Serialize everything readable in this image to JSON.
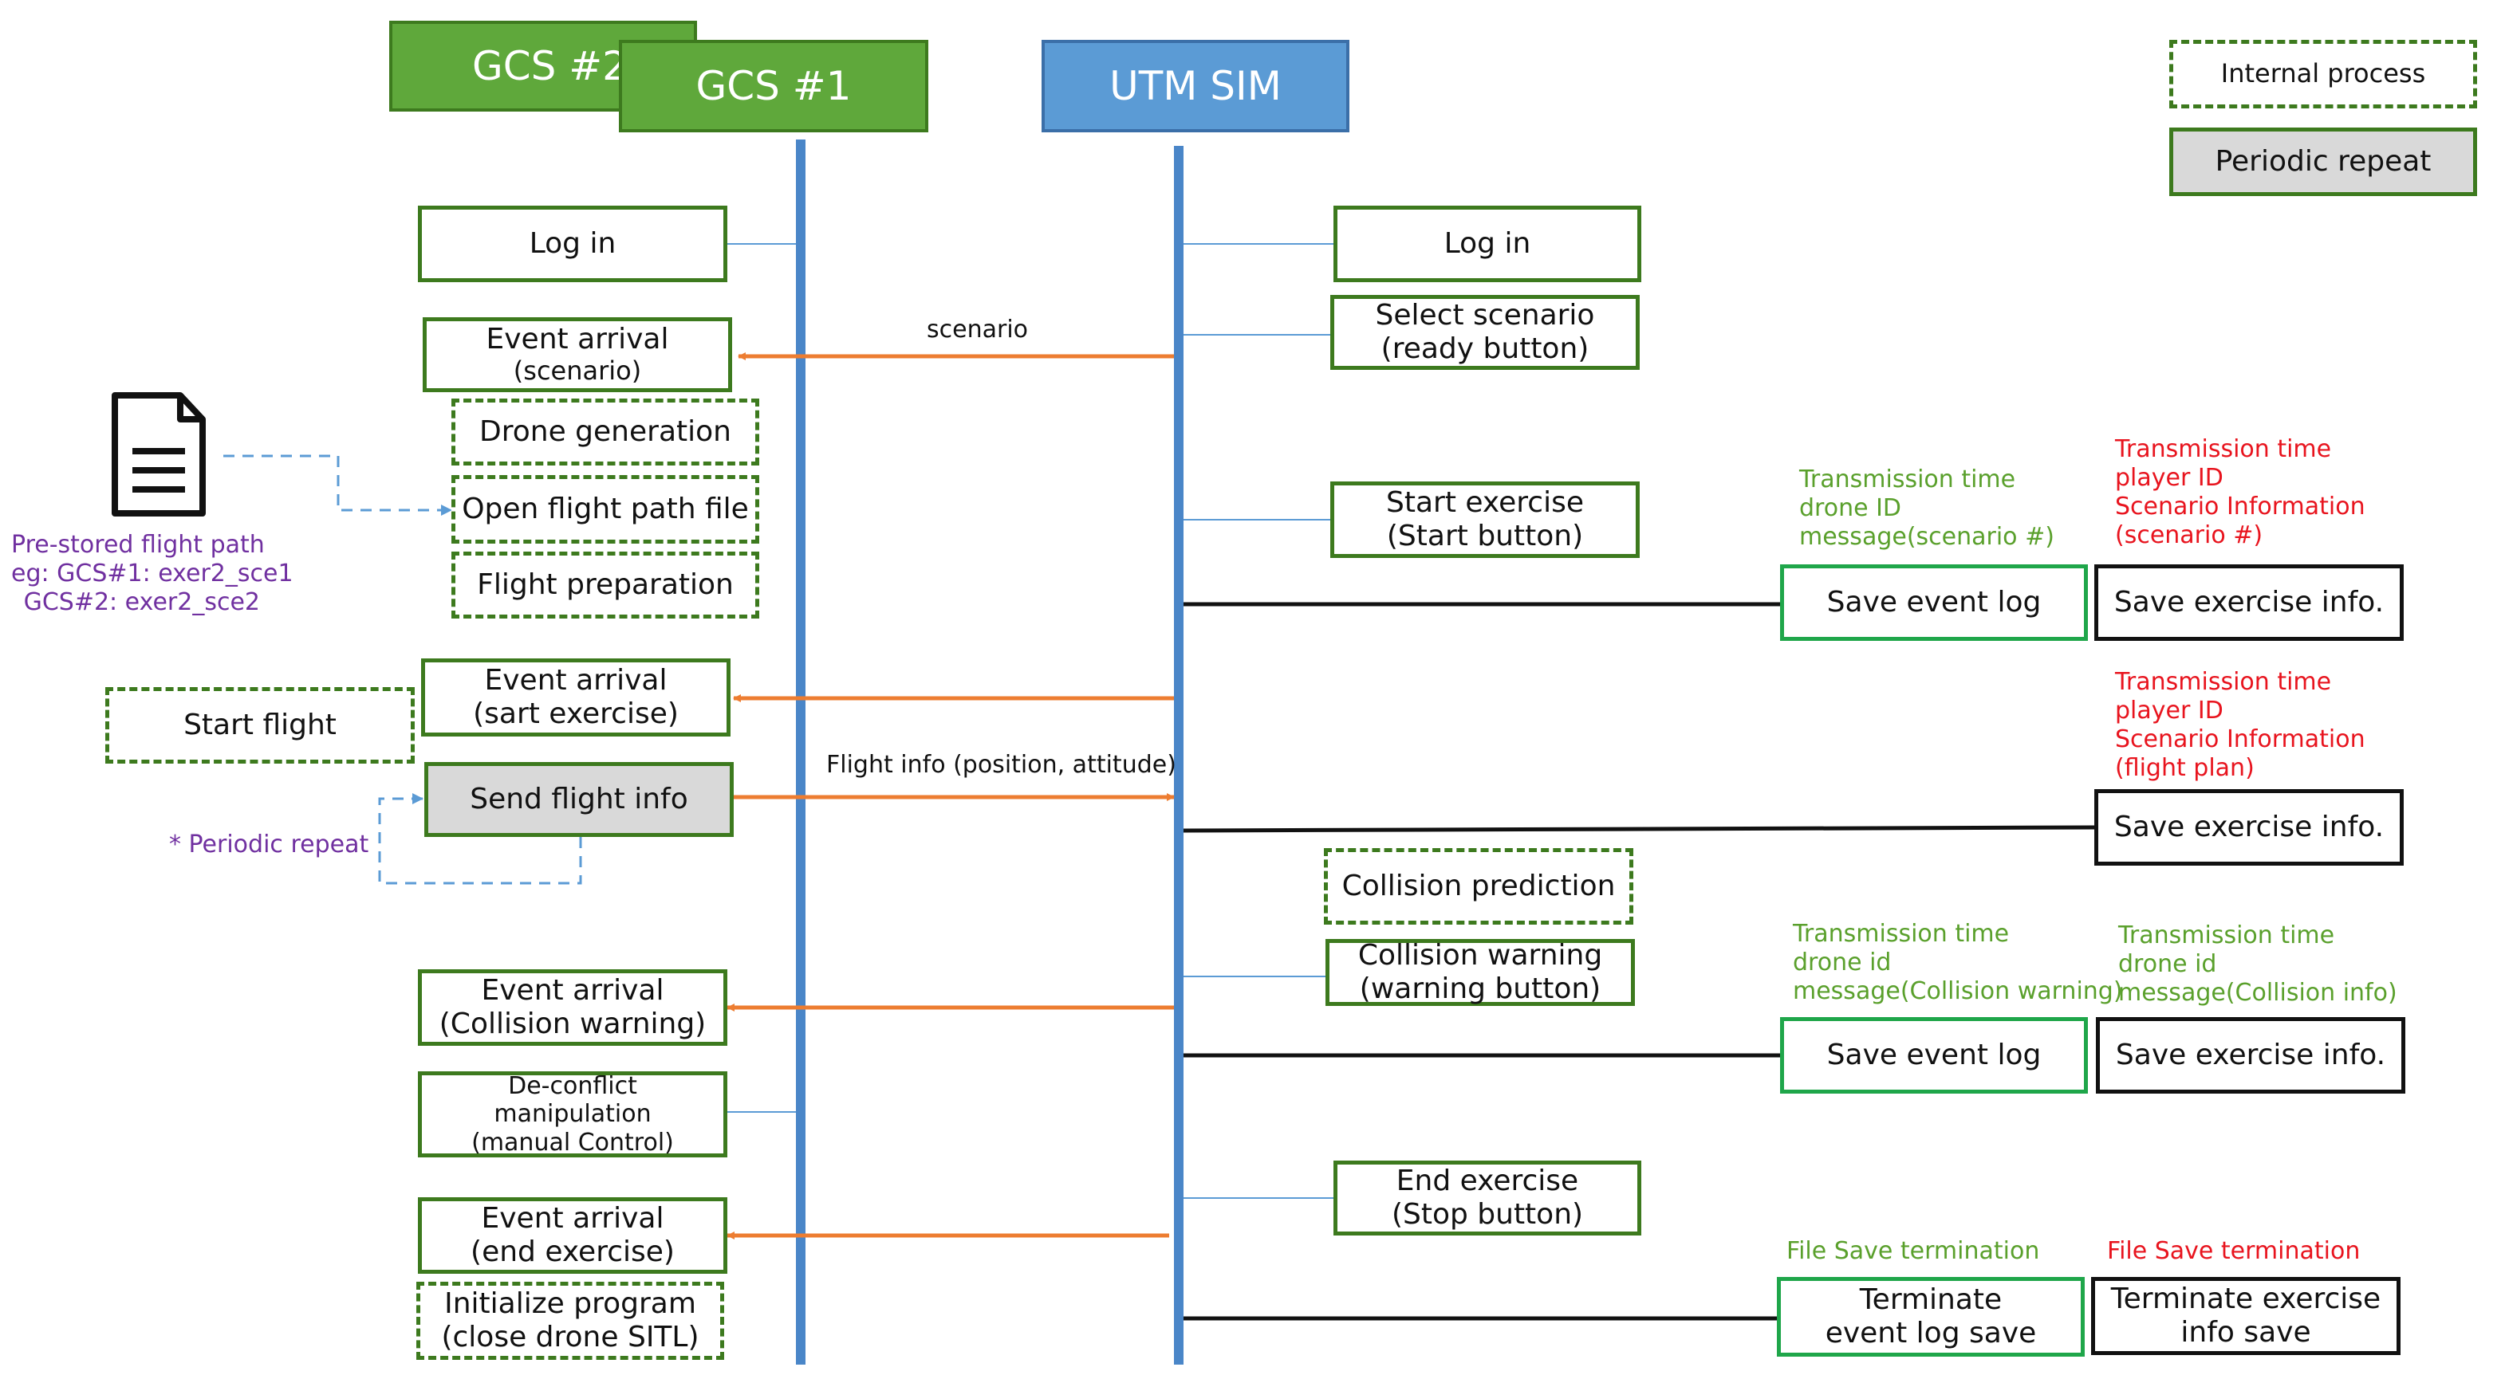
{
  "lanes": {
    "gcs2": "GCS #2",
    "gcs1": "GCS #1",
    "utm": "UTM SIM"
  },
  "legend": {
    "internal": "Internal process",
    "periodic": "Periodic repeat"
  },
  "gcs_boxes": {
    "login": "Log in",
    "event_scenario": [
      "Event arrival",
      "(scenario)"
    ],
    "drone_gen": "Drone generation",
    "open_path": "Open flight path file",
    "flight_prep": "Flight preparation",
    "event_start": [
      "Event arrival",
      "(sart exercise)"
    ],
    "start_flight": "Start flight",
    "send_flight": "Send flight info",
    "event_collision": [
      "Event arrival",
      "(Collision warning)"
    ],
    "deconflict": [
      "De-conflict",
      "manipulation",
      "(manual Control)"
    ],
    "event_end": [
      "Event arrival",
      "(end exercise)"
    ],
    "init_program": [
      "Initialize program",
      "(close drone SITL)"
    ]
  },
  "utm_boxes": {
    "login": "Log in",
    "select_scenario": [
      "Select scenario",
      "(ready button)"
    ],
    "start_exercise": [
      "Start exercise",
      "(Start button)"
    ],
    "collision_pred": "Collision prediction",
    "collision_warn": [
      "Collision warning",
      "(warning button)"
    ],
    "end_exercise": [
      "End exercise",
      "(Stop button)"
    ]
  },
  "right_boxes": {
    "event_log_1": "Save event log",
    "exercise_info_1": "Save exercise info.",
    "exercise_info_2": "Save exercise info.",
    "event_log_2": "Save event log",
    "exercise_info_3": "Save exercise info.",
    "terminate_event": [
      "Terminate",
      "event log save"
    ],
    "terminate_exercise": [
      "Terminate exercise",
      "info save"
    ]
  },
  "annotations": {
    "green_1": [
      "Transmission time",
      "drone ID",
      "message(scenario #)"
    ],
    "red_1": [
      "Transmission time",
      "player ID",
      "Scenario Information",
      "(scenario #)"
    ],
    "red_2": [
      "Transmission time",
      "player ID",
      "Scenario Information",
      "(flight plan)"
    ],
    "green_2": [
      "Transmission time",
      "drone id",
      "message(Collision warning)"
    ],
    "green_3": [
      "Transmission time",
      "drone id",
      "message(Collision info)"
    ],
    "green_4": "File Save termination",
    "red_3": "File Save termination"
  },
  "messages": {
    "scenario": "scenario",
    "flight_info": "Flight info (position, attitude)",
    "periodic_note": "* Periodic repeat"
  },
  "file_note": [
    "Pre-stored flight path",
    "eg: GCS#1: exer2_sce1",
    "GCS#2: exer2_sce2"
  ],
  "colors": {
    "green_border": "#3d7a1e",
    "green_header": "#5fa83b",
    "blue_header": "#5b9bd5",
    "lifeline": "#4a86c8",
    "arrow": "#ed7d31",
    "green_text": "#5aa02c",
    "red_text": "#e8141e",
    "purple_text": "#7030a0",
    "periodic_fill": "#d9d9d9"
  },
  "icons": {
    "file": "document-icon"
  }
}
